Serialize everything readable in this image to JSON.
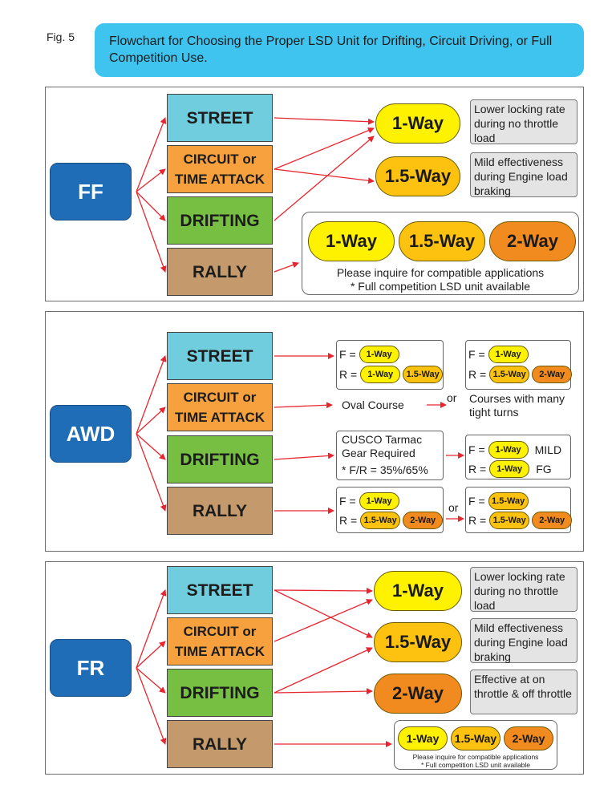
{
  "figure": {
    "label": "Fig. 5",
    "title": "Flowchart for Choosing the Proper LSD Unit for Drifting, Circuit Driving, or Full Competition Use."
  },
  "categories": {
    "street": "STREET",
    "circuit_line1": "CIRCUIT or",
    "circuit_line2": "TIME ATTACK",
    "drifting": "DRIFTING",
    "rally": "RALLY"
  },
  "lsd": {
    "one_way": "1-Way",
    "one_five_way": "1.5-Way",
    "two_way": "2-Way"
  },
  "colors": {
    "one_way": "#fff200",
    "one_five_way": "#fdc20f",
    "two_way": "#f18a1f",
    "arrow": "#e6262e",
    "drive_box": "#1f6db7"
  },
  "ff": {
    "drive": "FF",
    "note1": "Lower locking rate during no throttle load",
    "note2": "Mild effectiveness during Engine load braking",
    "inquire": "Please inquire for compatible applications",
    "full_comp": "* Full competition LSD unit available"
  },
  "awd": {
    "drive": "AWD",
    "f_eq": "F =",
    "r_eq": "R =",
    "or": "or",
    "oval": "Oval Course",
    "tight": "Courses with many tight turns",
    "tarmac_line1": "CUSCO Tarmac",
    "tarmac_line2": "Gear Required",
    "tarmac_line3": "* F/R = 35%/65%",
    "mild": "MILD",
    "fg": "FG"
  },
  "fr": {
    "drive": "FR",
    "note1": "Lower locking rate during no throttle load",
    "note2": "Mild effectiveness during Engine load braking",
    "note3": "Effective at on throttle & off throttle",
    "inquire": "Please inquire for compatible applications",
    "full_comp": "* Full competition LSD unit available"
  }
}
